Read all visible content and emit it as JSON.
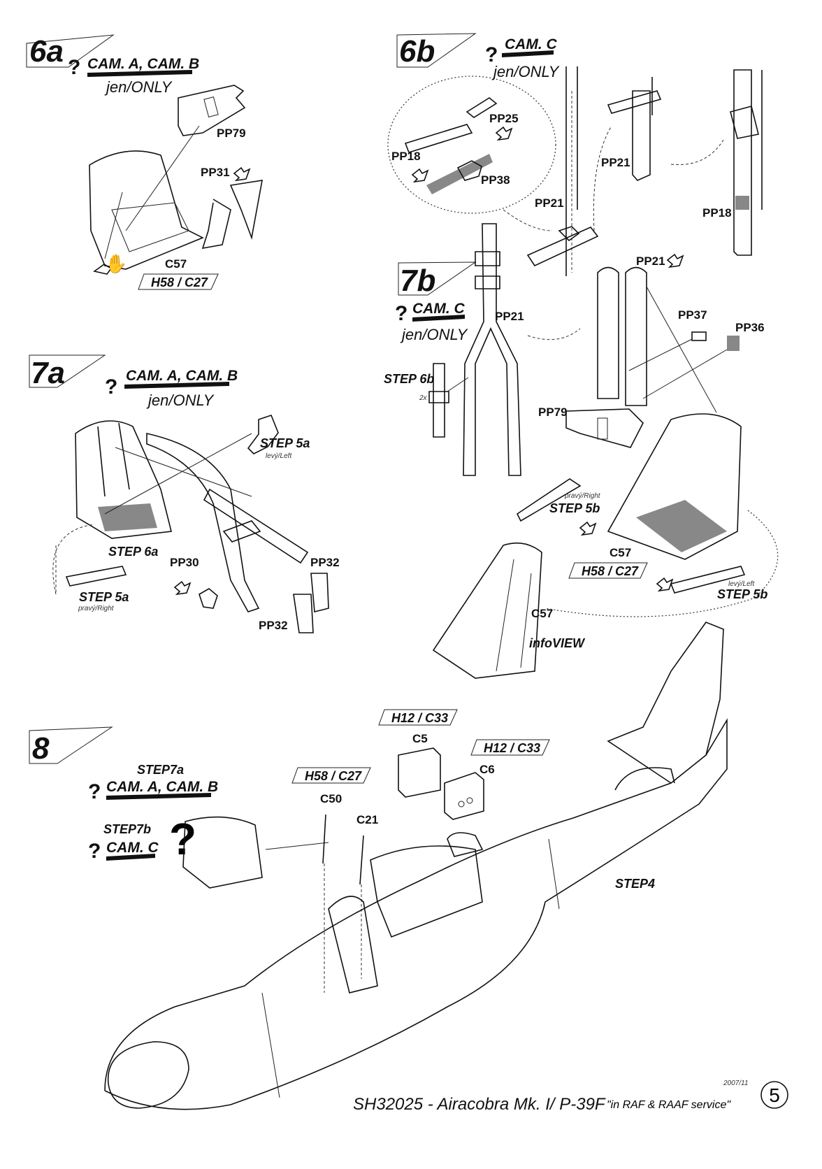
{
  "steps": {
    "s6a": {
      "number": "6a",
      "cams": "CAM. A, CAM. B",
      "note": "jen/ONLY"
    },
    "s6b": {
      "number": "6b",
      "cams": "CAM. C",
      "note": "jen/ONLY"
    },
    "s7a": {
      "number": "7a",
      "cams": "CAM. A, CAM. B",
      "note": "jen/ONLY"
    },
    "s7b": {
      "number": "7b",
      "cams": "CAM. C",
      "note": "jen/ONLY"
    },
    "s8": {
      "number": "8"
    }
  },
  "labels": {
    "pp79": "PP79",
    "pp31": "PP31",
    "c57": "C57",
    "h58c27": "H58 / C27",
    "pp25": "PP25",
    "pp18": "PP18",
    "pp38": "PP38",
    "pp21": "PP21",
    "pp37": "PP37",
    "pp36": "PP36",
    "pp30": "PP30",
    "pp32": "PP32",
    "step5a": "STEP 5a",
    "levy_left": "levý/Left",
    "step5a2": "STEP 5a",
    "pravy_right": "pravý/Right",
    "step6a": "STEP 6a",
    "step6b": "STEP 6b",
    "times2": "2x",
    "step5b": "STEP 5b",
    "step5b2": "STEP 5b",
    "pravy_right2": "pravý/Right",
    "levy_left2": "levý/Left",
    "infoview": "infoVIEW",
    "h12c33": "H12 / C33",
    "c5": "C5",
    "c6": "C6",
    "c50": "C50",
    "c21": "C21",
    "step7a": "STEP7a",
    "cam_ab": "CAM. A, CAM. B",
    "step7b": "STEP7b",
    "cam_c": "CAM. C",
    "step4": "STEP4",
    "question": "?"
  },
  "footer": {
    "date": "2007/11",
    "title": "SH32025 -  Airacobra Mk. I/ P-39F",
    "subtitle": "\"in RAF & RAAF service\"",
    "page": "5"
  }
}
